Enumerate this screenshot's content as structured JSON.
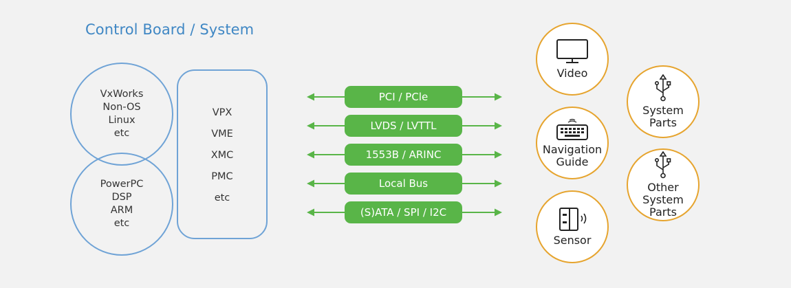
{
  "title": "Control Board / System",
  "os_groups": [
    {
      "lines": [
        "VxWorks",
        "Non-OS",
        "Linux",
        "etc"
      ]
    },
    {
      "lines": [
        "PowerPC",
        "DSP",
        "ARM",
        "etc"
      ]
    }
  ],
  "form_factors": [
    "VPX",
    "VME",
    "XMC",
    "PMC",
    "etc"
  ],
  "buses": [
    "PCI / PCle",
    "LVDS / LVTTL",
    "1553B / ARINC",
    "Local Bus",
    "(S)ATA / SPI / I2C"
  ],
  "devices": [
    {
      "icon": "monitor-icon",
      "lines": [
        "Video"
      ]
    },
    {
      "icon": "keyboard-icon",
      "lines": [
        "Navigation",
        "Guide"
      ]
    },
    {
      "icon": "sensor-icon",
      "lines": [
        "Sensor"
      ]
    },
    {
      "icon": "usb-icon",
      "lines": [
        "System",
        "Parts"
      ]
    },
    {
      "icon": "usb-icon",
      "lines": [
        "Other",
        "System",
        "Parts"
      ]
    }
  ],
  "colors": {
    "title": "#3f87c4",
    "circle_border_blue": "#6fa3d6",
    "bus_green": "#59b548",
    "device_border_orange": "#e6a42e"
  }
}
